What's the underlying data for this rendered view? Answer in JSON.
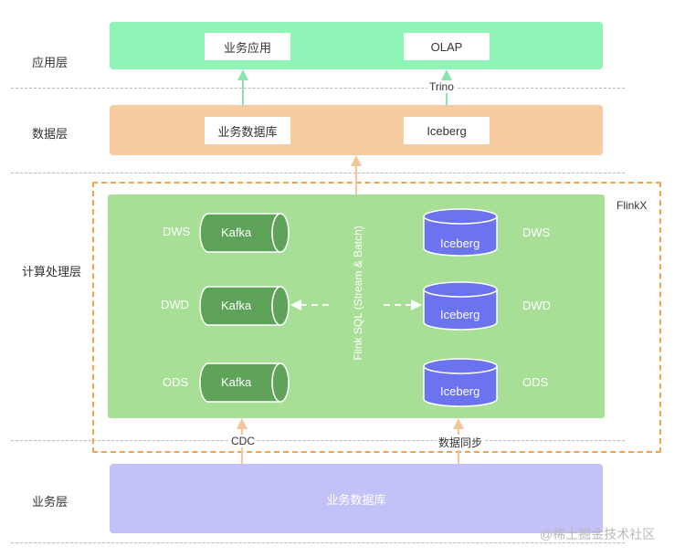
{
  "layers": {
    "app": "应用层",
    "data": "数据层",
    "compute": "计算处理层",
    "business": "业务层"
  },
  "app_layer": {
    "left_box": "业务应用",
    "right_box": "OLAP"
  },
  "data_layer": {
    "left_box": "业务数据库",
    "right_box": "Iceberg"
  },
  "connectors": {
    "trino": "Trino",
    "cdc": "CDC",
    "sync": "数据同步"
  },
  "compute_layer": {
    "engine_label": "FlinkX",
    "flink_sql": "Flink SQL (Stream & Batch)",
    "left_levels": [
      "DWS",
      "DWD",
      "ODS"
    ],
    "right_levels": [
      "DWS",
      "DWD",
      "ODS"
    ],
    "kafka_label": "Kafka",
    "iceberg_label": "Iceberg"
  },
  "business_layer": {
    "box": "业务数据库"
  },
  "watermark": "@稀土掘金技术社区",
  "colors": {
    "app_band": "#8ef5b7",
    "data_band": "#f6cba0",
    "compute_band": "#a8df96",
    "business_band": "#c3c2f8",
    "kafka": "#5fa35b",
    "iceberg": "#6b73ef",
    "flinkx_border": "#f0a54c",
    "arrow_green": "#8be3ad",
    "arrow_orange": "#f4c49c"
  }
}
